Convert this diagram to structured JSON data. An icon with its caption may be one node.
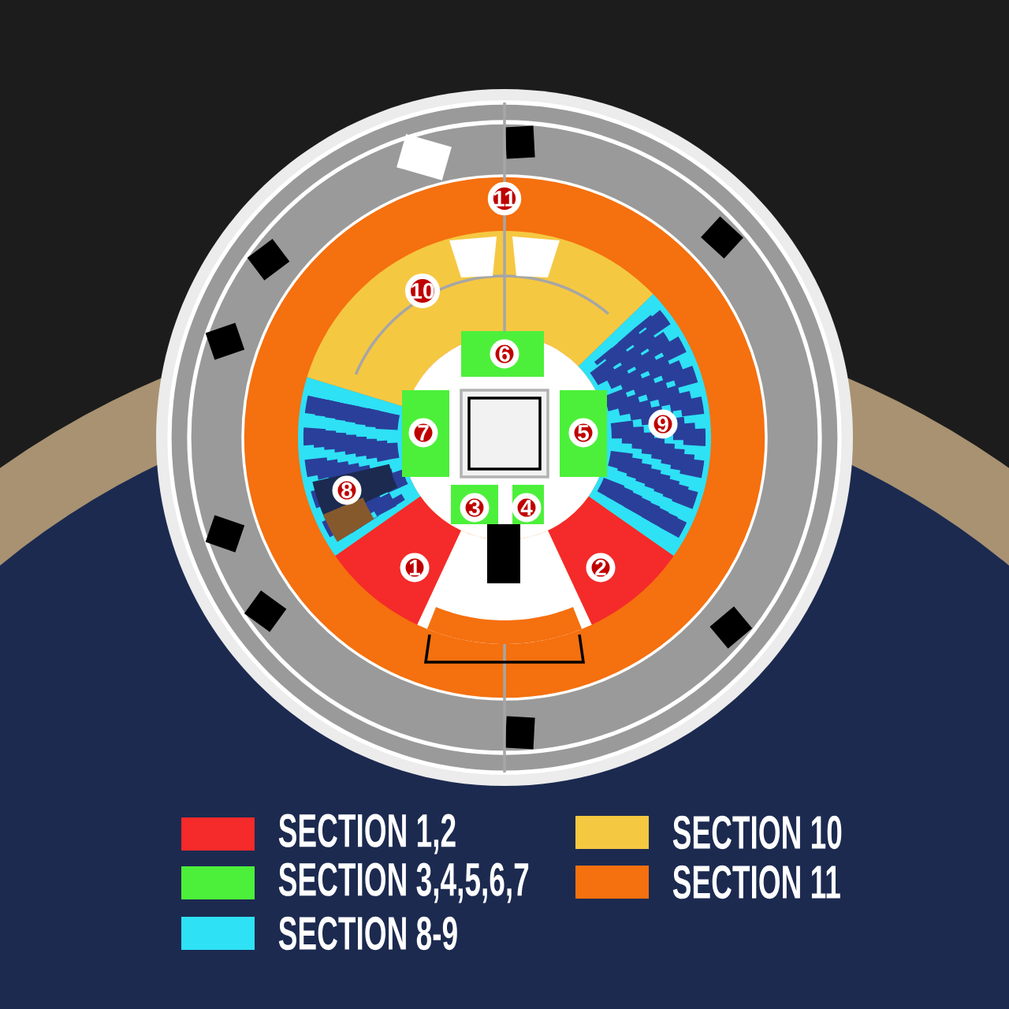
{
  "diagram": {
    "labels": [
      "11",
      "10",
      "6",
      "7",
      "5",
      "9",
      "8",
      "3",
      "4",
      "1",
      "2"
    ],
    "legend": [
      {
        "text": "SECTION 1,2",
        "color": "#f52a2a"
      },
      {
        "text": "SECTION 3,4,5,6,7",
        "color": "#4cf03a"
      },
      {
        "text": "SECTION 8-9",
        "color": "#2ee1f5"
      },
      {
        "text": "SECTION 10",
        "color": "#f5c842"
      },
      {
        "text": "SECTION 11",
        "color": "#f5700f"
      }
    ]
  }
}
